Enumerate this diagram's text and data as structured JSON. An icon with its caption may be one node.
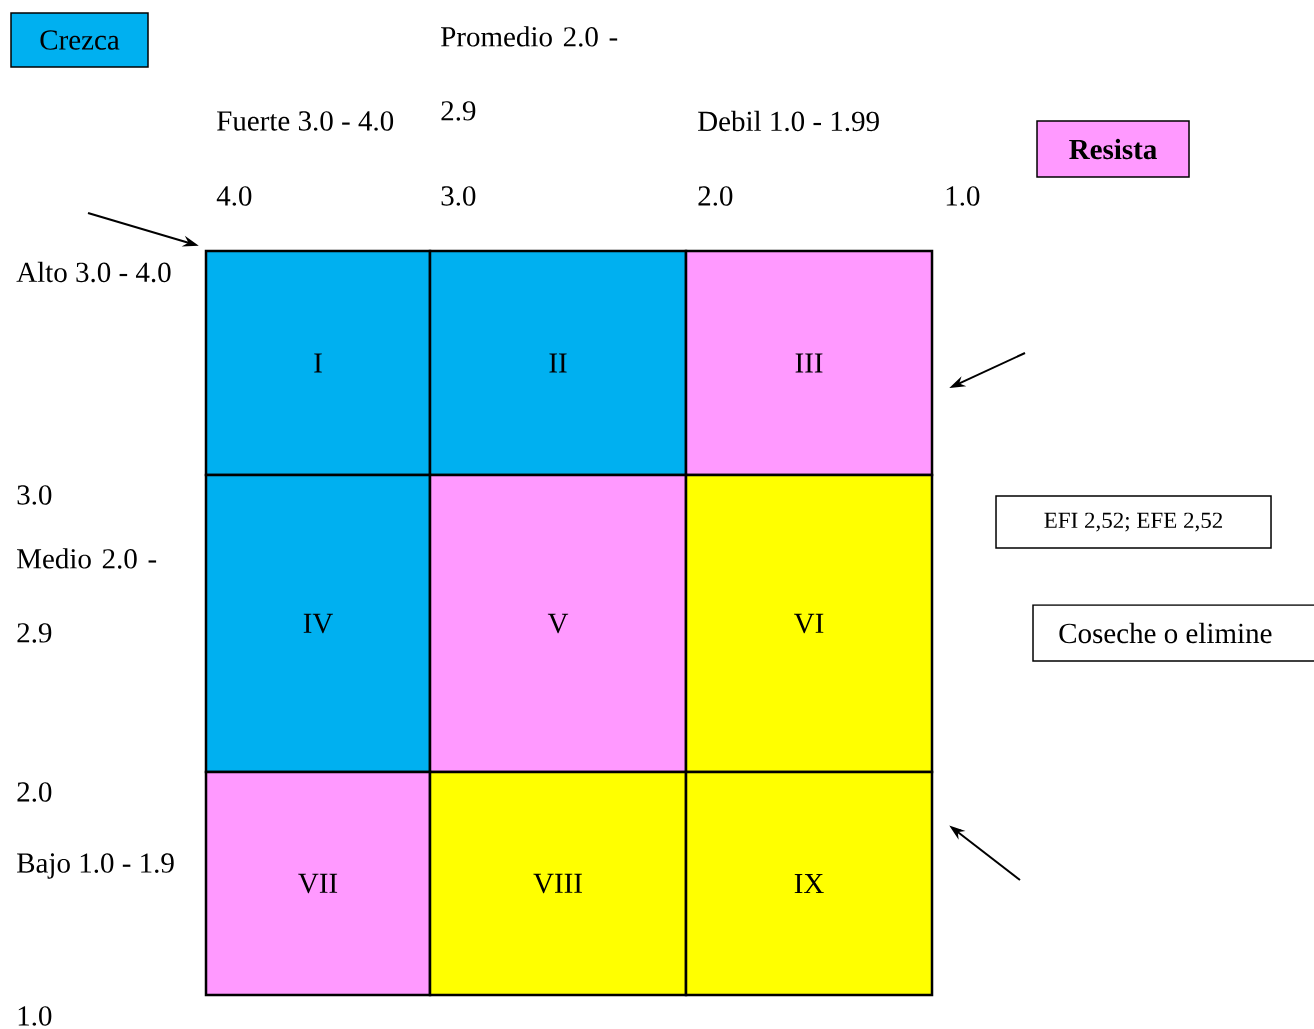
{
  "diagram": {
    "nodes": [
      {
        "text": [
          "Crezca"
        ]
      },
      {
        "text": [
          "Resista"
        ]
      },
      {
        "text": [
          "EFI 2,52; EFE 2,52"
        ]
      },
      {
        "text": [
          "Coseche o elimine"
        ]
      },
      {
        "text": [
          "I"
        ]
      },
      {
        "text": [
          "II"
        ]
      },
      {
        "text": [
          "III"
        ]
      },
      {
        "text": [
          "IV"
        ]
      },
      {
        "text": [
          "V"
        ]
      },
      {
        "text": [
          "VI"
        ]
      },
      {
        "text": [
          "VII"
        ]
      },
      {
        "text": [
          "VIII"
        ]
      },
      {
        "text": [
          "IX"
        ]
      }
    ],
    "edges": [
      {
        "from": null,
        "to": 4,
        "arrow": "to"
      },
      {
        "from": null,
        "to": 6,
        "arrow": "to"
      },
      {
        "from": null,
        "to": 12,
        "arrow": "to"
      }
    ],
    "labels": [
      "Promedio 2.0 - 2.9",
      "Fuerte 3.0 - 4.0",
      "Debil 1.0 - 1.99",
      "4.0",
      "3.0",
      "2.0",
      "1.0",
      "Alto 3.0 - 4.0",
      "3.0",
      "Medio 2.0 - 2.9",
      "2.0",
      "Bajo 1.0 - 1.9",
      "1.0"
    ]
  }
}
